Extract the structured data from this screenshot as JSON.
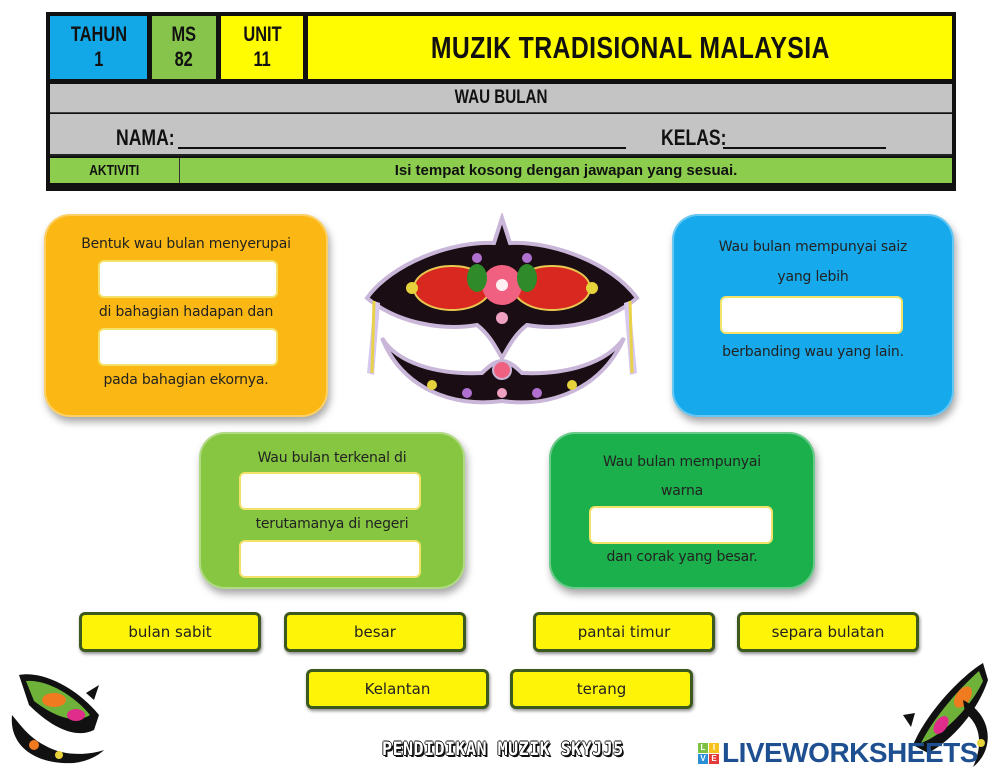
{
  "header": {
    "tahun": {
      "label": "TAHUN",
      "value": "1"
    },
    "ms": {
      "label": "MS",
      "value": "82"
    },
    "unit": {
      "label": "UNIT",
      "value": "11"
    },
    "title": "MUZIK TRADISIONAL MALAYSIA",
    "subtitle": "WAU BULAN",
    "nama_label": "NAMA:",
    "kelas_label": "KELAS:",
    "aktiviti_label": "AKTIVITI",
    "instruction": "Isi tempat kosong dengan jawapan yang sesuai."
  },
  "cards": [
    {
      "color": "#fbb713",
      "lines": [
        "Bentuk wau bulan menyerupai",
        "di bahagian hadapan dan",
        "pada bahagian ekornya."
      ],
      "blanks": 2
    },
    {
      "color": "#16aaec",
      "lines": [
        "Wau bulan mempunyai saiz",
        "yang lebih",
        "berbanding wau yang lain."
      ],
      "blanks": 1
    },
    {
      "color": "#86c641",
      "lines": [
        "Wau bulan terkenal di",
        "terutamanya di negeri"
      ],
      "blanks": 2
    },
    {
      "color": "#1bb04c",
      "lines": [
        "Wau bulan mempunyai",
        "warna",
        "dan corak yang besar."
      ],
      "blanks": 1
    }
  ],
  "word_bank": [
    "bulan sabit",
    "besar",
    "pantai timur",
    "separa bulatan",
    "Kelantan",
    "terang"
  ],
  "footer": {
    "credit": "PENDIDIKAN MUZIK SKYJJ5",
    "logo_letters": [
      "L",
      "I",
      "V",
      "E"
    ],
    "logo_text": "LIVEWORKSHEETS"
  },
  "colors": {
    "tahun_bg": "#12a7e6",
    "ms_bg": "#86c44c",
    "unit_bg": "#fffb00",
    "title_bg": "#fffb00",
    "row_gray": "#c4c4c4",
    "aktiviti_bg": "#8ccd4e",
    "chip_bg": "#fdf408",
    "chip_border": "#3d5a1e",
    "liveworksheets_blue": "#1d4f91"
  },
  "images": {
    "center": "wau-bulan-kite-icon",
    "bottom_left": "wau-kite-icon",
    "bottom_right": "wau-kite-icon"
  }
}
